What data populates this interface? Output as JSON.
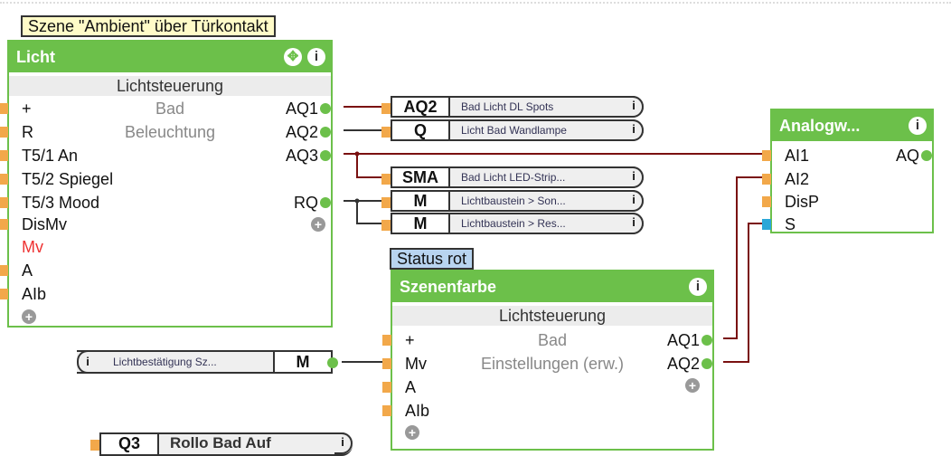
{
  "licht": {
    "comment": "Szene \"Ambient\" über Türkontakt",
    "title": "Licht",
    "type": "Lichtsteuerung",
    "room": "Bad",
    "func": "Beleuchtung",
    "inputs": [
      "+",
      "R",
      "T5/1 An",
      "T5/2 Spiegel",
      "T5/3 Mood",
      "DisMv",
      "Mv",
      "A",
      "AIb"
    ],
    "outputs": [
      "AQ1",
      "AQ2",
      "AQ3",
      "",
      "RQ"
    ]
  },
  "outrefs": [
    {
      "code": "AQ2",
      "label": "Bad Licht DL Spots"
    },
    {
      "code": "Q",
      "label": "Licht Bad Wandlampe"
    },
    {
      "code": "SMA",
      "label": "Bad  Licht  LED-Strip..."
    },
    {
      "code": "M",
      "label": "Lichtbaustein  >  Son..."
    },
    {
      "code": "M",
      "label": "Lichtbaustein  >  Res..."
    }
  ],
  "analog": {
    "title": "Analogw...",
    "inputs": [
      "AI1",
      "AI2",
      "DisP",
      "S"
    ],
    "output": "AQ"
  },
  "szene": {
    "comment": "Status rot",
    "title": "Szenenfarbe",
    "type": "Lichtsteuerung",
    "room": "Bad",
    "func": "Einstellungen (erw.)",
    "inputs": [
      "+",
      "Mv",
      "A",
      "AIb"
    ],
    "outputs": [
      "AQ1",
      "AQ2"
    ]
  },
  "inref": {
    "label": "Lichtbestätigung  Sz...",
    "code": "M"
  },
  "bottomref": {
    "code": "Q3",
    "label": "Rollo Bad Auf"
  },
  "colors": {
    "green": "#6cc04a",
    "wire_red": "#7a1010",
    "wire_gray": "#333333"
  }
}
